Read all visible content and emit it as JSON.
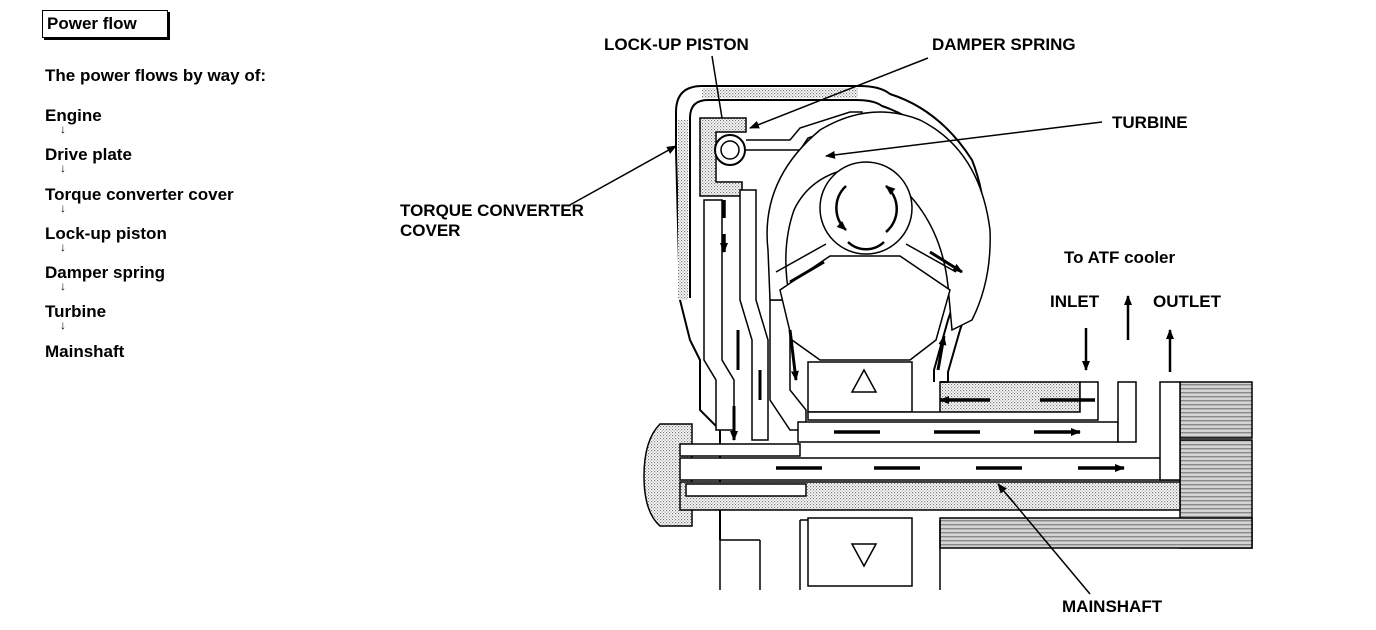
{
  "title": "Power flow",
  "intro": "The power flows by way of:",
  "flow_steps": [
    "Engine",
    "Drive plate",
    "Torque converter cover",
    "Lock-up piston",
    "Damper spring",
    "Turbine",
    "Mainshaft"
  ],
  "labels": {
    "lockup_piston": "LOCK-UP PISTON",
    "damper_spring": "DAMPER SPRING",
    "turbine": "TURBINE",
    "tc_cover_line1": "TORQUE CONVERTER",
    "tc_cover_line2": "COVER",
    "to_atf_cooler": "To ATF cooler",
    "inlet": "INLET",
    "outlet": "OUTLET",
    "mainshaft": "MAINSHAFT"
  }
}
